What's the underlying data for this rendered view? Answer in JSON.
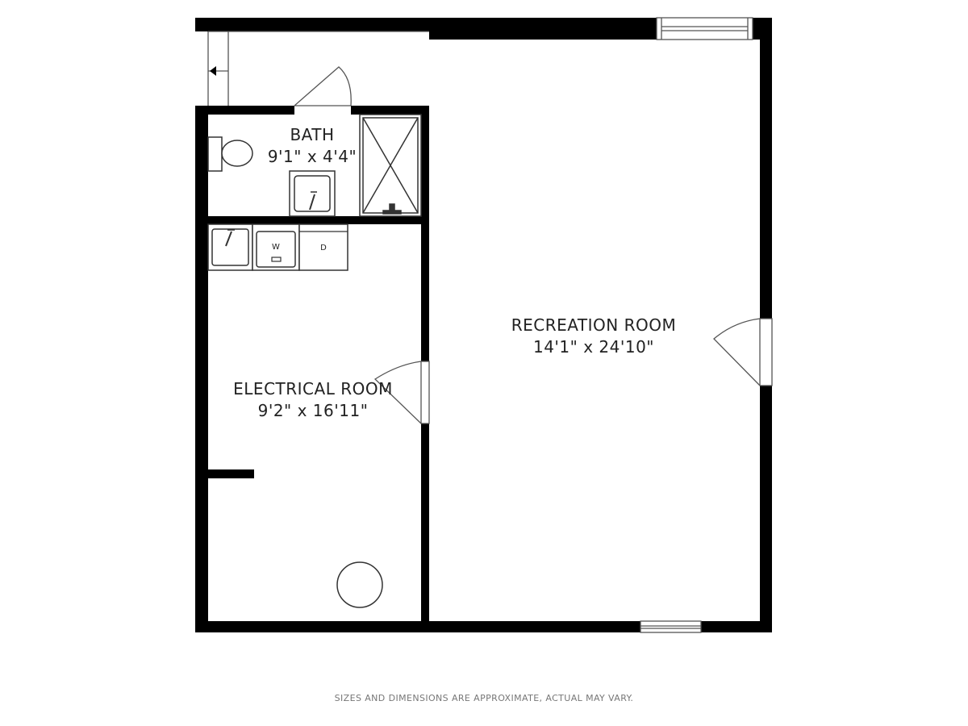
{
  "rooms": {
    "bath": {
      "name": "BATH",
      "size": "9'1\" x 4'4\""
    },
    "electrical": {
      "name": "ELECTRICAL ROOM",
      "size": "9'2\" x 16'11\""
    },
    "recreation": {
      "name": "RECREATION ROOM",
      "size": "14'1\" x 24'10\""
    }
  },
  "appliances": {
    "washer": "W",
    "dryer": "D"
  },
  "disclaimer": "SIZES AND DIMENSIONS ARE APPROXIMATE, ACTUAL MAY VARY.",
  "colors": {
    "wall": "#000000",
    "fixture": "#333333",
    "background": "#ffffff",
    "disclaimer": "#777777"
  }
}
